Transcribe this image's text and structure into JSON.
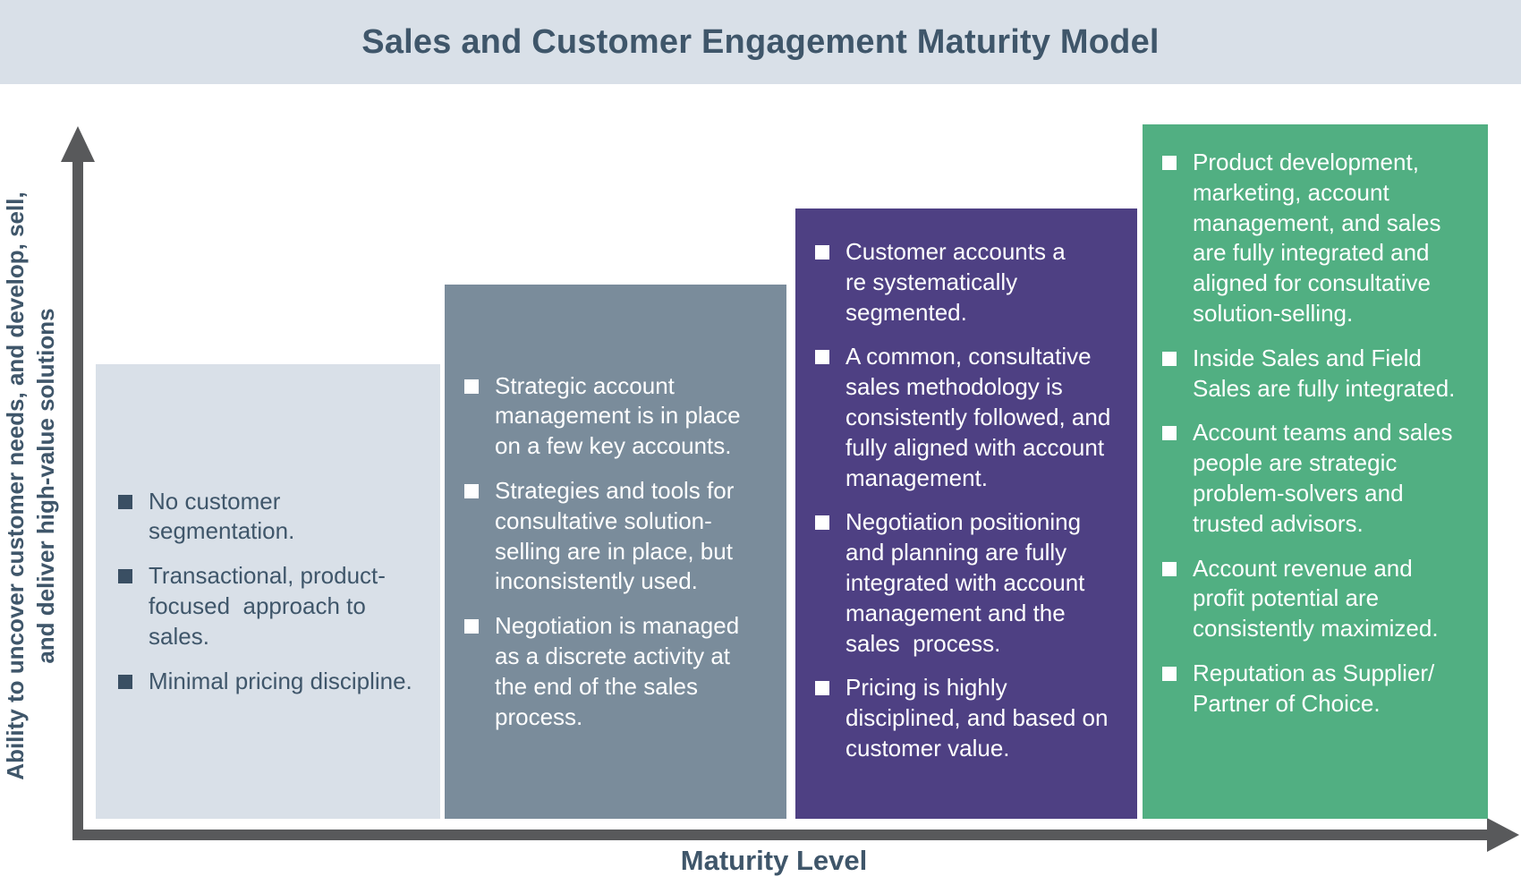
{
  "title": "Sales and Customer Engagement Maturity Model",
  "axes": {
    "y_label": "Ability to uncover customer needs, and develop, sell,\nand deliver  high-value solutions",
    "x_label": "Maturity Level"
  },
  "colors": {
    "title_band_bg": "#D9E0E8",
    "dark_text": "#3F566A",
    "axis": "#58595B",
    "stage1_bg": "#D9E0E8",
    "stage1_bullet_square": "#3A4F63",
    "stage2_bg": "#7A8C9B",
    "stage3_bg": "#4E4083",
    "stage4_bg": "#51AF82",
    "light_text": "#FFFFFF"
  },
  "stages": [
    {
      "level": 1,
      "bullets": [
        "No customer segmentation.",
        "Transactional, product-focused  approach to sales.",
        "Minimal pricing discipline."
      ]
    },
    {
      "level": 2,
      "bullets": [
        "Strategic account management is in place on a few key accounts.",
        "Strategies and tools for consultative solution-selling are in place, but inconsistently used.",
        "Negotiation is managed as a discrete activity at the end of the sales process."
      ]
    },
    {
      "level": 3,
      "bullets": [
        "Customer accounts a\nre systematically\nsegmented.",
        "A common, consultative sales methodology is consistently followed, and fully aligned with account management.",
        "Negotiation positioning and planning are fully integrated with account management and the sales  process.",
        "Pricing is highly disciplined, and based on customer value."
      ]
    },
    {
      "level": 4,
      "bullets": [
        "Product development, marketing, account management, and sales are fully integrated and aligned for consultative solution-selling.",
        "Inside Sales and Field Sales are fully integrated.",
        "Account teams and sales people are strategic problem-solvers and trusted advisors.",
        "Account revenue and profit potential are consistently maximized.",
        "Reputation as Supplier/\nPartner of Choice."
      ]
    }
  ]
}
